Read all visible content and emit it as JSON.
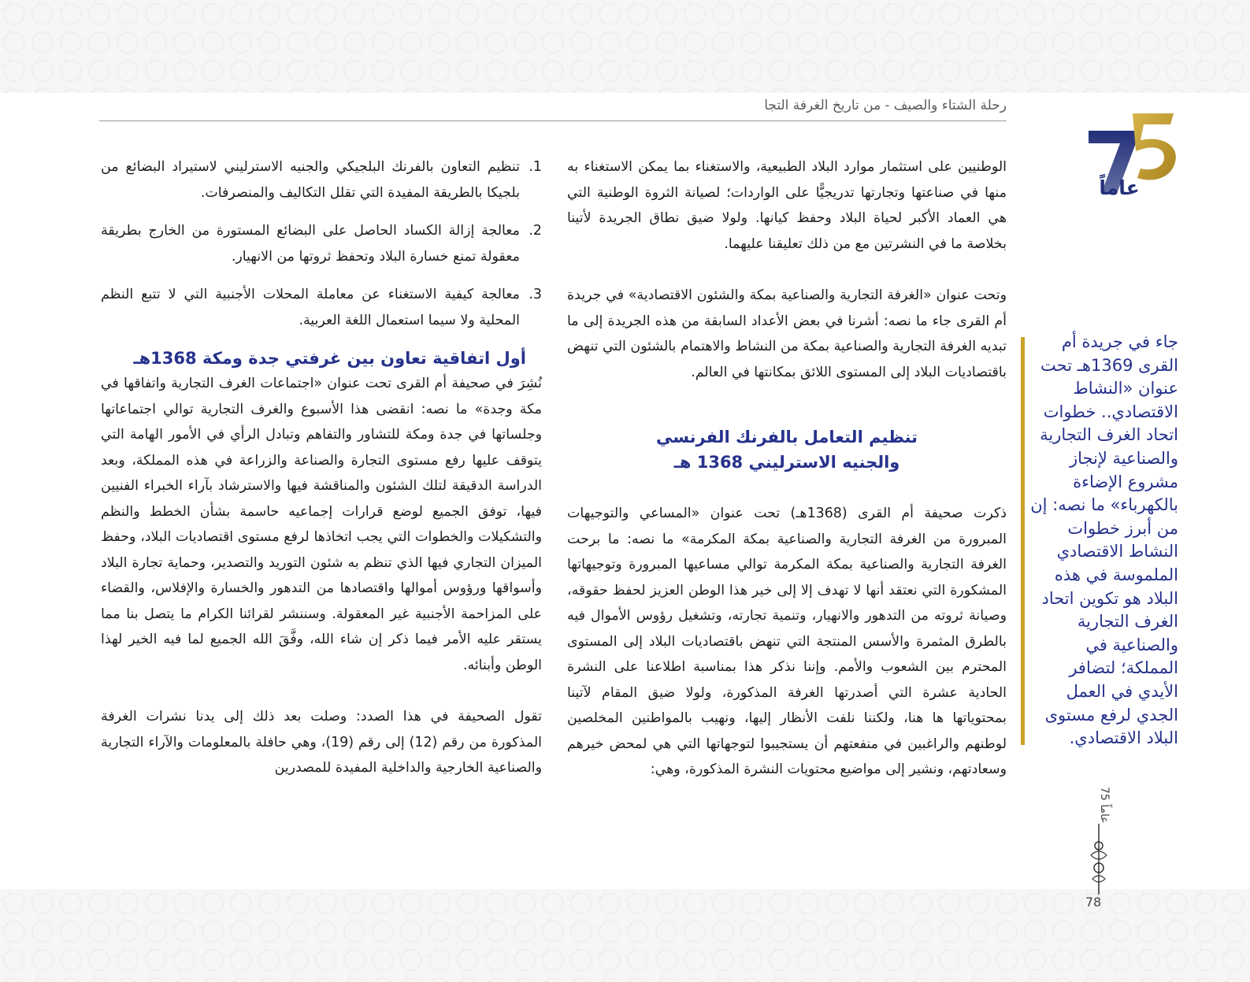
{
  "header": {
    "title": "رحلة الشتاء والصيف - من تاريخ الغرفة التجارية الصناعية بمكة المكرمة"
  },
  "logo": {
    "number": "75",
    "caption": "عاماً",
    "colors": {
      "navy": "#23307a",
      "gold": "#c9a227"
    }
  },
  "mid_column": {
    "para1": "الوطنيين على استثمار موارد البلاد الطبيعية، والاستغناء بما يمكن الاستغناء به منها في صناعتها وتجارتها تدريجيًّا على الواردات؛ لصيانة الثروة الوطنية التي هي العماد الأكبر لحياة البلاد وحفظ كيانها. ولولا ضيق نطاق الجريدة لأتينا بخلاصة ما في النشرتين مع من ذلك تعليقنا عليهما.",
    "para2": "وتحت عنوان «الغرفة التجارية والصناعية بمكة والشئون الاقتصادية» في جريدة أم القرى جاء ما نصه: أشرنا في بعض الأعداد السابقة من هذه الجريدة إلى ما تبديه الغرفة التجارية والصناعية بمكة من النشاط والاهتمام بالشئون التي تنهض باقتصاديات البلاد إلى المستوى اللائق بمكانتها في العالم.",
    "heading_line1": "تنظيم التعامل بالفرنك الفرنسي",
    "heading_line2": "والجنيه الاسترليني 1368 هـ",
    "para3": "ذكرت صحيفة أم القرى (1368هـ) تحت عنوان «المساعي والتوجيهات المبرورة من الغرفة التجارية والصناعية بمكة المكرمة» ما نصه: ما برحت الغرفة التجارية والصناعية بمكة المكرمة توالي مساعيها المبرورة وتوجيهاتها المشكورة التي نعتقد أنها لا تهدف إلا إلى خير هذا الوطن العزيز لحفظ حقوقه، وصيانة ثروته من التدهور والانهيار، وتنمية تجارته، وتشغيل رؤوس الأموال فيه بالطرق المثمرة والأسس المنتجة التي تنهض باقتصاديات البلاد إلى المستوى المحترم بين الشعوب والأمم. وإننا نذكر هذا بمناسبة اطلاعنا على النشرة الحادية عشرة التي أصدرتها الغرفة المذكورة، ولولا ضيق المقام لآتينا بمحتوياتها ها هنا، ولكننا نلفت الأنظار إليها، ونهيب بالمواطنين المخلصين لوطنهم والراغبين في منفعتهم أن يستجيبوا لتوجهاتها التي هي لمحض خيرهم وسعادتهم، ونشير إلى مواضيع محتويات النشرة المذكورة، وهي:"
  },
  "left_column": {
    "list": [
      {
        "num": "1.",
        "text": "تنظيم التعاون بالفرنك البلجيكي والجنيه الاسترليني لاستيراد البضائع من بلجيكا بالطريقة المفيدة التي تقلل التكاليف والمنصرفات."
      },
      {
        "num": "2.",
        "text": "معالجة إزالة الكساد الحاصل على البضائع المستورة من الخارج بطريقة معقولة تمنع خسارة البلاد وتحفظ ثروتها من الانهيار."
      },
      {
        "num": "3.",
        "text": "معالجة كيفية الاستغناء عن معاملة المحلات الأجنبية التي لا تتبع النظم المحلية ولا سيما استعمال اللغة العربية."
      }
    ],
    "heading": "أول اتفاقية تعاون بين غرفتي جدة ومكة 1368هـ",
    "para1": "نُشِرَ في صحيفة أم القرى تحت عنوان «اجتماعات الغرف التجارية واتفاقها في مكة وجدة» ما نصه: انقضى هذا الأسبوع والغرف التجارية توالي اجتماعاتها وجلساتها في جدة ومكة للتشاور والتفاهم وتبادل الرأي في الأمور الهامة التي يتوقف عليها رفع مستوى التجارة والصناعة والزراعة في هذه المملكة، وبعد الدراسة الدقيقة لتلك الشئون والمناقشة فيها والاسترشاد بآراء الخبراء الفنيين فيها، توفق الجميع لوضع قرارات إجماعيه حاسمة بشأن الخطط والنظم والتشكيلات والخطوات التي يجب اتخاذها لرفع مستوى اقتصاديات البلاد، وحفظ الميزان التجاري فيها الذي تنظم به شئون التوريد والتصدير، وحماية تجارة البلاد وأسواقها ورؤوس أموالها واقتصادها من التدهور والخسارة والإفلاس، والقضاء على المزاحمة الأجنبية غير المعقولة. وسننشر لقرائنا الكرام ما يتصل بنا مما يستقر عليه الأمر فيما ذكر إن شاء الله، وفَّقَ الله الجميع لما فيه الخير لهذا الوطن وأبنائه.",
    "para2": "تقول الصحيفة في هذا الصدد: وصلت بعد ذلك إلى يدنا نشرات الغرفة المذكورة من رقم (12) إلى رقم (19)، وهي حافلة بالمعلومات والآراء التجارية والصناعية الخارجية والداخلية المفيدة للمصدرين"
  },
  "sidebar": {
    "quote": "جاء في جريدة أم القرى 1369هـ تحت عنوان «النشاط الاقتصادي.. خطوات اتحاد الغرف التجارية والصناعية لإنجاز مشروع الإضاءة بالكهرباء» ما نصه: إن من أبرز خطوات النشاط الاقتصادي الملموسة في هذه البلاد هو تكوين اتحاد الغرف التجارية والصناعية في المملكة؛ لتضافر الأيدي في العمل الجدي لرفع مستوى البلاد الاقتصادي."
  },
  "footer": {
    "vertical_label": "75 عاماً",
    "page_number": "78"
  }
}
